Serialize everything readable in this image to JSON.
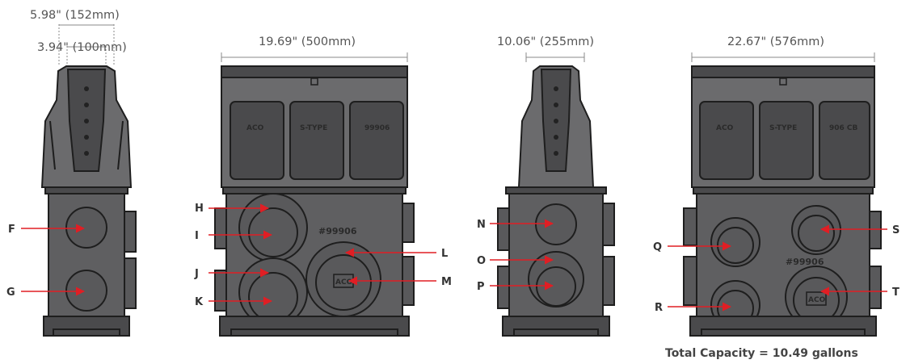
{
  "dimensions": {
    "side1_outer": "5.98\" (152mm)",
    "side1_inner": "3.94\" (100mm)",
    "front1": "19.69\" (500mm)",
    "side2": "10.06\" (255mm)",
    "front2": "22.67\" (576mm)"
  },
  "embossing": {
    "front1_panel1": "ACO",
    "front1_panel2": "S-TYPE",
    "front1_panel3": "99906",
    "front1_part_number": "#99906",
    "front2_panel1": "ACO",
    "front2_panel2": "S-TYPE",
    "front2_panel3": "906 CB",
    "front2_part_number": "#99906",
    "front1_logo": "ACO",
    "front2_logo": "ACO"
  },
  "labels": [
    "F",
    "G",
    "H",
    "I",
    "J",
    "K",
    "L",
    "M",
    "N",
    "O",
    "P",
    "Q",
    "R",
    "S",
    "T"
  ],
  "capacity": "Total Capacity = 10.49 gallons",
  "colors": {
    "arrow": "#e01e24",
    "body": "#5f5f61",
    "outline": "#1e1e1e"
  }
}
